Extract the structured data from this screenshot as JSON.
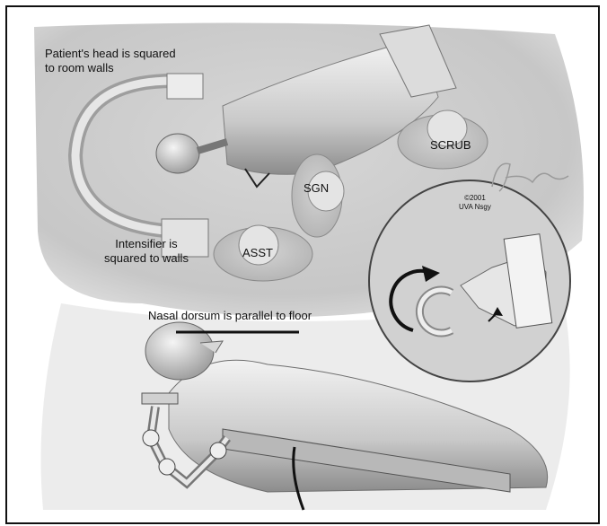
{
  "labels": {
    "patient_head": "Patient's head is squared\nto room walls",
    "intensifier": "Intensifier is\nsquared to walls",
    "nasal_dorsum": "Nasal dorsum is parallel to floor",
    "scrub": "SCRUB",
    "sgn": "SGN",
    "asst": "ASST",
    "copyright": "©2001\nUVA Nsgy"
  },
  "icons": {
    "signature": "artist-signature",
    "rotation_arrow": "curved-arrow-icon",
    "pointer_arrows": "arrow-icon"
  },
  "colors": {
    "floor": "#c4c4c4",
    "figure_light": "#dedede",
    "figure_dark": "#8a8a8a",
    "ink": "#111111"
  }
}
